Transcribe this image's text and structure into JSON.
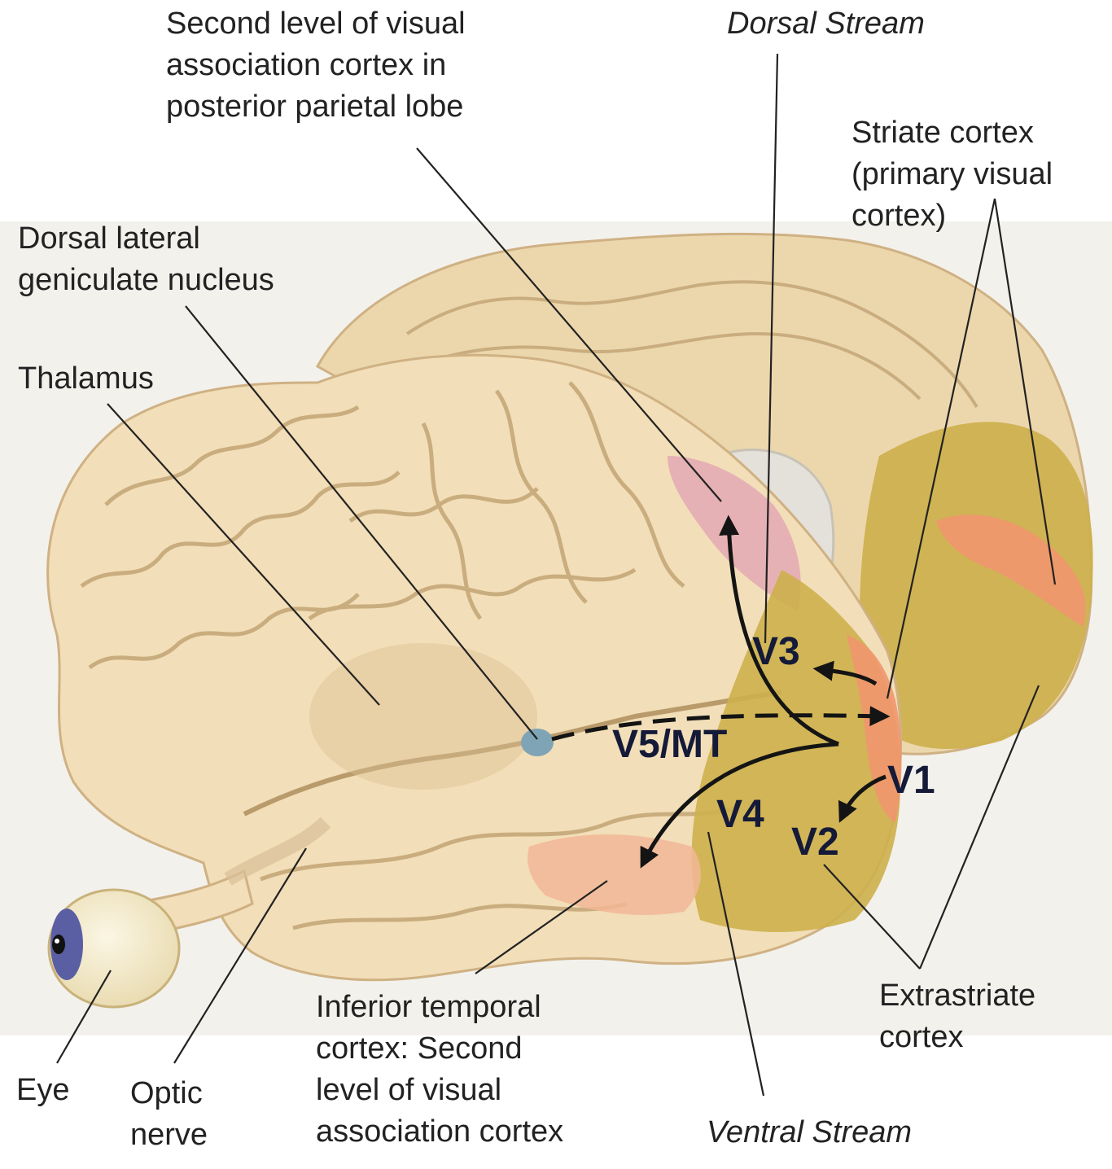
{
  "labels": {
    "second_level_parietal": "Second level of visual\nassociation cortex in\nposterior parietal lobe",
    "dorsal_stream": "Dorsal Stream",
    "striate_cortex": "Striate cortex\n(primary visual\ncortex)",
    "dorsal_lgn": "Dorsal lateral\ngeniculate nucleus",
    "thalamus": "Thalamus",
    "eye": "Eye",
    "optic_nerve": "Optic\nnerve",
    "inferior_temporal": "Inferior temporal\ncortex: Second\nlevel of visual\nassociation cortex",
    "ventral_stream": "Ventral Stream",
    "extrastriate": "Extrastriate\ncortex"
  },
  "areas": {
    "v1": "V1",
    "v2": "V2",
    "v3": "V3",
    "v4": "V4",
    "v5": "V5/MT"
  },
  "colors": {
    "brain": "#f2deb8",
    "brain_back": "#ecd7ad",
    "gyrus_line": "#c9ad7e",
    "occipital": "#cdb04c",
    "striate": "#f0966e",
    "parietal_pink": "#e4a9b3",
    "temporal_peach": "#f2b796",
    "lgn_blue": "#7fa4b6",
    "eye_iris": "#5a5fa3",
    "leader_line": "#222222",
    "arrow": "#141414",
    "area_text": "#141a38",
    "backdrop": "#f3f1ec"
  }
}
